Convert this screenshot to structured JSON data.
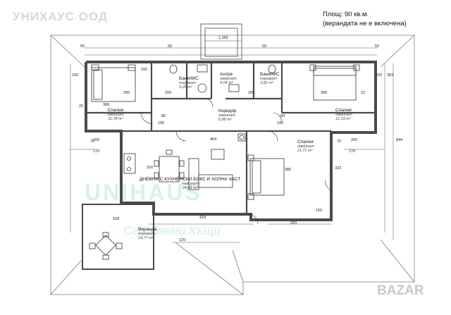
{
  "header": {
    "brand": "УНИХАУС ООД",
    "area_line1": "Площ: 90 кв.м.",
    "area_line2": "(верандата не е включена)"
  },
  "rooms": {
    "bedroom_left": {
      "name": "Спалня",
      "floor": "ламинат",
      "area": "11,78 m²"
    },
    "bath_left": {
      "name": "Баня/WC",
      "floor": "теракот",
      "area": "3,26 m²"
    },
    "antre": {
      "name": "Антре",
      "floor": "ламинат",
      "area": "4,04 m²"
    },
    "bath_right": {
      "name": "Баня/WC",
      "floor": "теракот",
      "area": "3,82 m²"
    },
    "bedroom_right": {
      "name": "Спалня",
      "floor": "ламинат",
      "area": "12,33 m²"
    },
    "corridor": {
      "name": "Коридор",
      "floor": "ламинат",
      "area": "6,89 m²"
    },
    "bedroom_mid": {
      "name": "Спалня",
      "floor": "ламинат",
      "area": "11,71 m²"
    },
    "living": {
      "name": "ДНЕВНА С КУХНЕНСКИ БОКС И ХОЛНА ЧАСТ",
      "floor": "ламинат",
      "area": "24,68 m²"
    },
    "veranda": {
      "name": "Веранда",
      "floor": "теракот",
      "area": "14,77 m²"
    }
  },
  "dimensions": {
    "d1365": "1.365",
    "d50a": "50",
    "d50b": "50",
    "d50c": "50",
    "d50d": "50",
    "d150a": "150",
    "d150b": "150",
    "d150c": "150",
    "d395a": "395",
    "d395b": "395",
    "d368": "368",
    "d380": "380",
    "d200a": "200",
    "d200b": "200",
    "d200c": "200",
    "d200d": "200",
    "d844": "844",
    "d170a": "170",
    "d170b": "170",
    "d418": "418",
    "d168": "168",
    "d464": "464",
    "d316": "316",
    "d323": "323",
    "d195a": "195",
    "d195b": "195",
    "d70a": "70",
    "d70b": "70",
    "d80a": "80",
    "d80b": "80",
    "d22a": "22",
    "d22b": "22",
    "d160": "160",
    "d303": "303",
    "d283": "283",
    "d120": "120"
  },
  "watermark": {
    "logo": "UNIHAUS",
    "tagline": "Сглобяеми Къщи"
  },
  "footer": {
    "logo": "BAZAR"
  },
  "colors": {
    "wall": "#4a4a4a",
    "line": "#333333",
    "roof": "#7a7a7a",
    "watermark": "#28aaaa"
  }
}
